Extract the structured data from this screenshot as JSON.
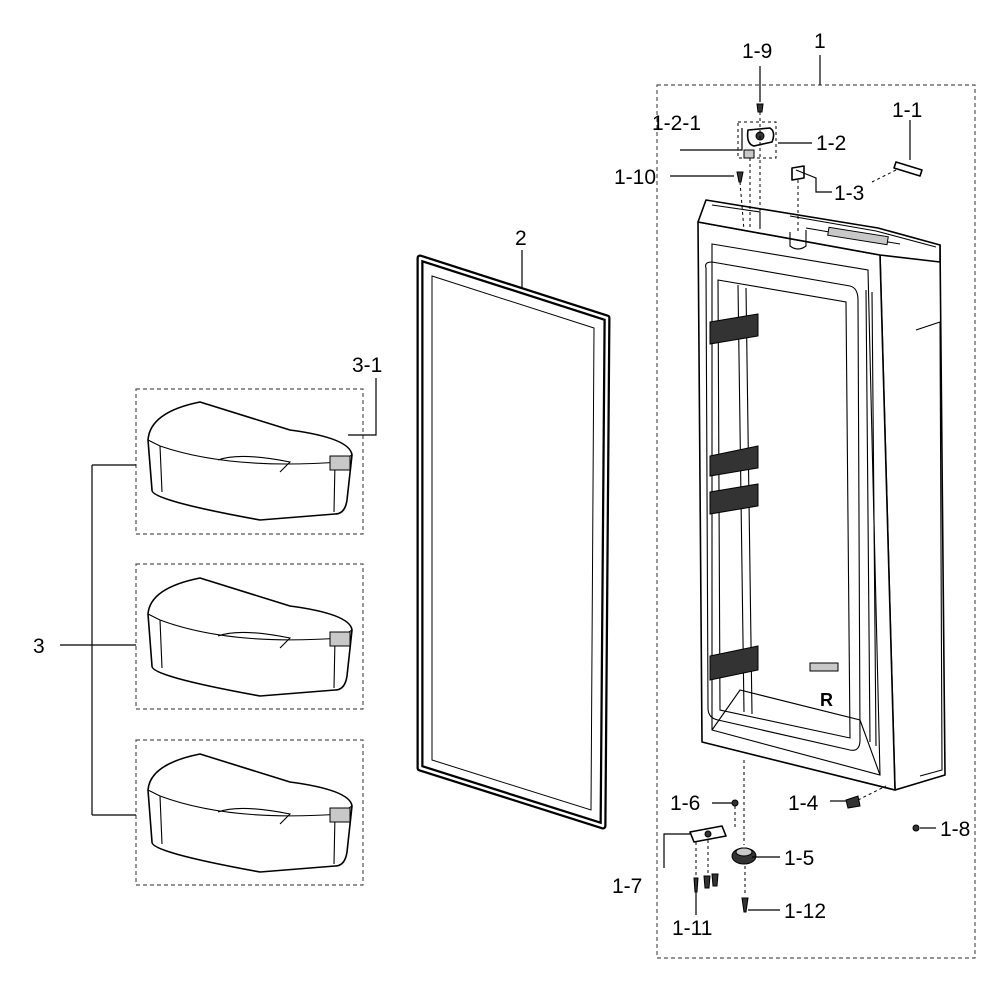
{
  "diagram": {
    "labels": {
      "p1": "1",
      "p1_1": "1-1",
      "p1_2": "1-2",
      "p1_2_1": "1-2-1",
      "p1_3": "1-3",
      "p1_4": "1-4",
      "p1_5": "1-5",
      "p1_6": "1-6",
      "p1_7": "1-7",
      "p1_8": "1-8",
      "p1_9": "1-9",
      "p1_10": "1-10",
      "p1_11": "1-11",
      "p1_12": "1-12",
      "p2": "2",
      "p3": "3",
      "p3_1": "3-1",
      "door_mark": "R"
    }
  }
}
